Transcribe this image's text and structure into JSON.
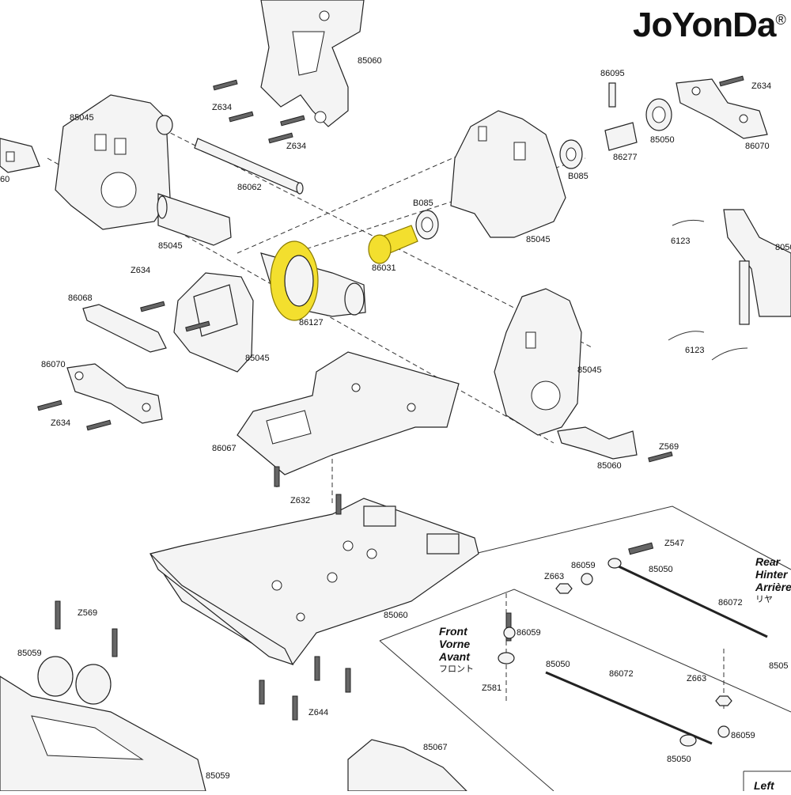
{
  "brand": {
    "name": "JoYonDa",
    "mark": "®"
  },
  "legend_front": {
    "line1": "Front",
    "line2": "Vorne",
    "line3": "Avant",
    "line4": "フロント"
  },
  "legend_rear": {
    "line1": "Rear",
    "line2": "Hinter",
    "line3": "Arrière",
    "line4": "リヤ"
  },
  "legend_left": {
    "line1": "Left"
  },
  "highlight_color": "#f3df2e",
  "labels": {
    "l_85060_top": "85060",
    "l_z634_a": "Z634",
    "l_z634_b": "Z634",
    "l_85045_a": "85045",
    "l_60": "60",
    "l_86062": "86062",
    "l_85045_b": "85045",
    "l_z634_c": "Z634",
    "l_86068": "86068",
    "l_86127": "86127",
    "l_85045_c": "85045",
    "l_86070_left": "86070",
    "l_z634_d": "Z634",
    "l_86095": "86095",
    "l_z634_e": "Z634",
    "l_86277": "86277",
    "l_85050_top": "85050",
    "l_86070_right": "86070",
    "l_b085_a": "B085",
    "l_b085_b": "B085",
    "l_85045_d": "85045",
    "l_86031": "86031",
    "l_6123_a": "6123",
    "l_6123_b": "6123",
    "l_8050_cut": "8050",
    "l_85045_e": "85045",
    "l_z569_a": "Z569",
    "l_85060_mid": "85060",
    "l_86067": "86067",
    "l_z632": "Z632",
    "l_z547": "Z547",
    "l_86059_a": "86059",
    "l_z663_a": "Z663",
    "l_85050_a": "85050",
    "l_86072_a": "86072",
    "l_8505_cut": "8505",
    "l_85060_low": "85060",
    "l_z569_b": "Z569",
    "l_85059_a": "85059",
    "l_86059_b": "86059",
    "l_85050_b": "85050",
    "l_z581": "Z581",
    "l_86072_b": "86072",
    "l_z663_b": "Z663",
    "l_86059_c": "86059",
    "l_85050_c": "85050",
    "l_z644": "Z644",
    "l_85067": "85067",
    "l_85059_b": "85059"
  }
}
